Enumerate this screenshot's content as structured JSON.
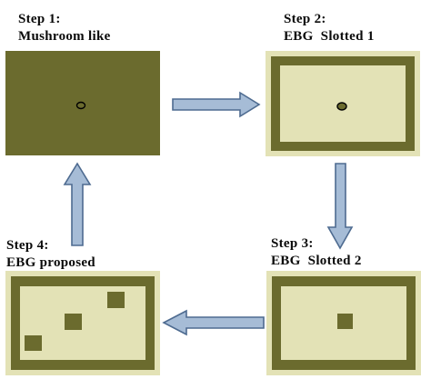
{
  "steps": [
    {
      "id": "step1",
      "heading": "Step 1:",
      "name": "Mushroom like"
    },
    {
      "id": "step2",
      "heading": "Step 2:",
      "name": "EBG  Slotted 1"
    },
    {
      "id": "step3",
      "heading": "Step 3:",
      "name": "EBG  Slotted 2"
    },
    {
      "id": "step4",
      "heading": "Step 4:",
      "name": "EBG proposed"
    }
  ],
  "colors": {
    "dark_olive": "#6b6b2e",
    "light_beige": "#e3e2b6",
    "arrow_fill": "#a6bcd6",
    "arrow_stroke": "#4e6b90",
    "via_outline": "#000000"
  }
}
